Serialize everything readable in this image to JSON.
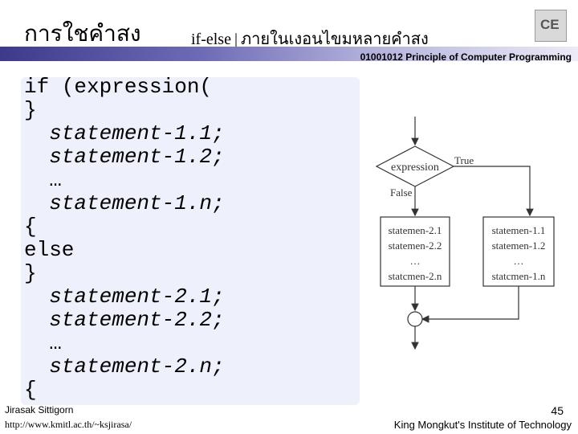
{
  "header": {
    "title_thai": "การใชคำสง",
    "subtitle_keyword": "if-else",
    "subtitle_separator": "|",
    "subtitle_thai": "ภายในเงอนไขมหลายคำสง",
    "course": "01001012 Principle of Computer Programming",
    "logo_text": "CE"
  },
  "code_lines": [
    "if (expression(",
    "}",
    "  statement-1.1;",
    "  statement-1.2;",
    "  …",
    "  statement-1.n;",
    "{",
    "else",
    "}",
    "  statement-2.1;",
    "  statement-2.2;",
    "  …",
    "  statement-2.n;",
    "{"
  ],
  "flowchart": {
    "condition": "expression",
    "true_label": "True",
    "false_label": "False",
    "false_block": [
      "statemen-2.1",
      "statemen-2.2",
      "…",
      "statcmen-2.n"
    ],
    "true_block": [
      "statemen-1.1",
      "statemen-1.2",
      "…",
      "statcmen-1.n"
    ]
  },
  "footer": {
    "author": "Jirasak Sittigorn",
    "url": "http://www.kmitl.ac.th/~ksjirasa/",
    "page_number": "45",
    "institute": "King Mongkut's Institute of Technology"
  }
}
